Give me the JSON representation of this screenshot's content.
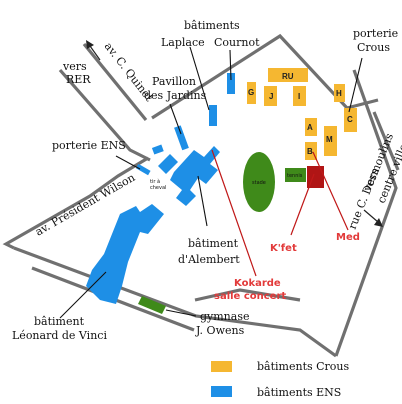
{
  "labels": {
    "vers_rer": [
      "vers",
      "RER"
    ],
    "av_quinet": "av. C. Quinet",
    "pavillon": [
      "Pavillon",
      "des Jardins"
    ],
    "batiments_laplace": [
      "bâtiments",
      "Laplace"
    ],
    "cournot": "Cournot",
    "porterie_crous": [
      "porterie",
      "Crous"
    ],
    "porterie_ens": "porterie ENS",
    "av_wilson": "av. Président Wilson",
    "rue_desmoulins": "rue C. Desmoulins",
    "vers_centre": [
      "vers",
      "centre ville"
    ],
    "alembert": [
      "bâtiment",
      "d'Alembert"
    ],
    "leonard": [
      "bâtiment",
      "Léonard de Vinci"
    ],
    "gymnase": [
      "gymnase",
      "J. Owens"
    ],
    "kfet": "K'fet",
    "med": "Med",
    "kokarde": [
      "Kokarde",
      "salle concert"
    ],
    "stade": "stade",
    "tennis": "tennis",
    "tir_arc": [
      "tir à",
      "cheval"
    ]
  },
  "buildings": {
    "ru": "RU",
    "g": "G",
    "j": "J",
    "i": "I",
    "h": "H",
    "c": "C",
    "a": "A",
    "b": "B",
    "m": "M"
  },
  "legend": {
    "crous": "bâtiments Crous",
    "ens": "bâtiments ENS"
  },
  "colors": {
    "crous": "#f5b731",
    "ens": "#1e8fe6",
    "field": "#3f8a1a",
    "kfet": "#b01515",
    "highlight_text": "#e23a3a",
    "wall": "#707070"
  }
}
